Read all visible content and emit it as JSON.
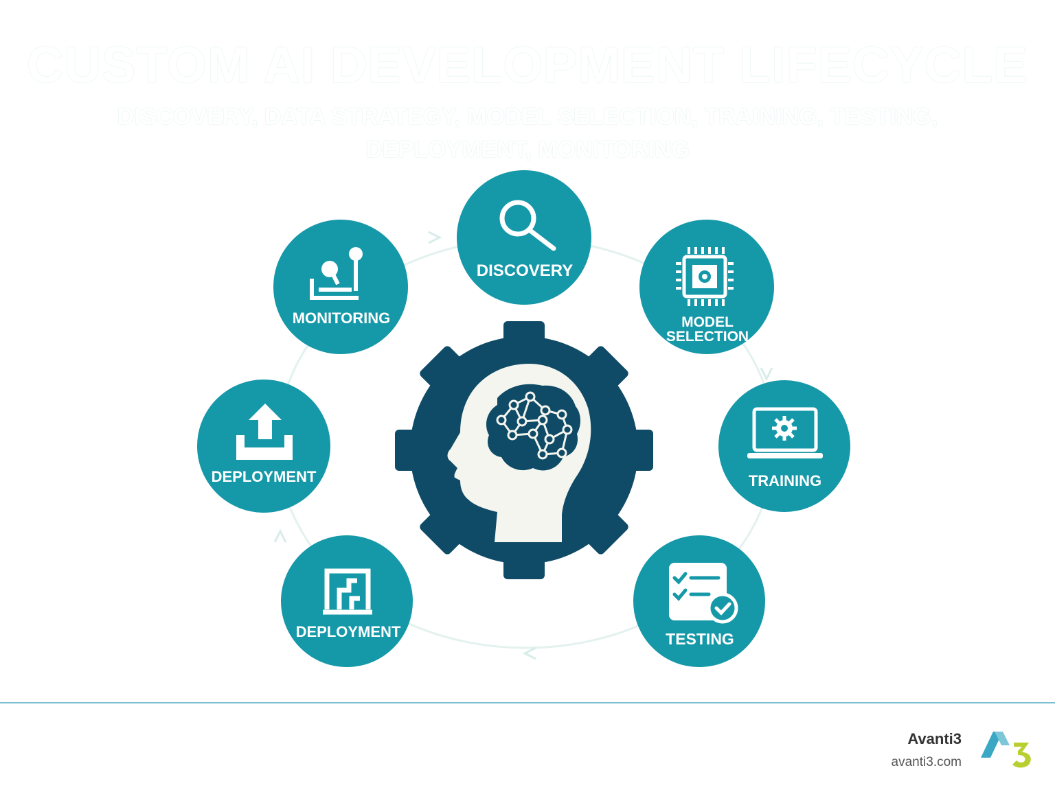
{
  "title": "CUSTOM AI DEVELOPMENT LIFECYCLE",
  "subtitle_line1": "DISCOVERY, DATA STRATEGY, MODEL SELECTION, TRAINING, TESTING,",
  "subtitle_line2": "DEPLOYMENT, MONITORING",
  "steps": {
    "discovery": "DISCOVERY",
    "model_selection_line1": "MODEL",
    "model_selection_line2": "SELECTION",
    "training": "TRAINING",
    "testing": "TESTING",
    "deployment_bottom": "DEPLOYMENT",
    "deployment_left": "DEPLOYMENT",
    "monitoring": "MONITORING"
  },
  "footer": {
    "brand_name": "Avanti3",
    "brand_url": "avanti3.com"
  },
  "colors": {
    "step_circle": "#1598a8",
    "gear": "#0f4b66",
    "head": "#f4f5ef",
    "cycle_line": "#e3f1ef"
  }
}
